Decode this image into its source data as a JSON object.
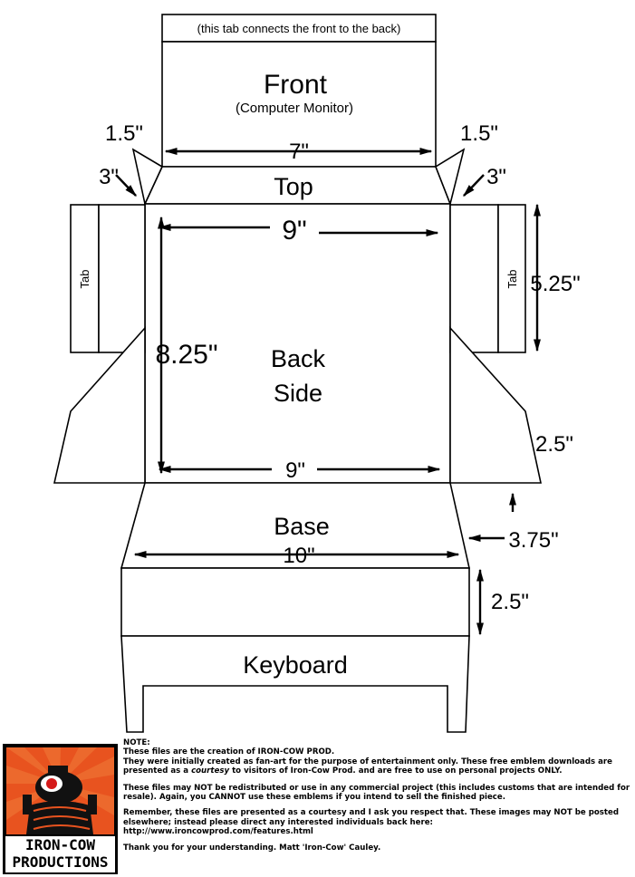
{
  "diagram": {
    "tab_note": "(this tab connects the front to the back)",
    "front_title": "Front",
    "front_subtitle": "(Computer Monitor)",
    "top_label": "Top",
    "back_label_line1": "Back",
    "back_label_line2": "Side",
    "base_label": "Base",
    "keyboard_label": "Keyboard",
    "side_tab_left": "Tab",
    "side_tab_right": "Tab",
    "dimensions": {
      "front_width": "7\"",
      "corner_left": "1.5\"",
      "corner_right": "1.5\"",
      "flap_left": "3\"",
      "flap_right": "3\"",
      "back_width_top": "9\"",
      "back_width_bottom": "9\"",
      "back_height": "8.25\"",
      "tab_height": "5.25\"",
      "side_wedge": "2.5\"",
      "base_depth": "3.75\"",
      "base_width": "10\"",
      "keyboard_depth": "2.5\""
    }
  },
  "logo": {
    "line1": "IRON-COW",
    "line2": "PRODUCTIONS",
    "colors": {
      "background": "#e8531f",
      "frame": "#000000",
      "eye": "#d51a1a"
    }
  },
  "notes": {
    "header": "NOTE:",
    "line1": "These files are the creation of IRON-COW PROD.",
    "line2_pre": "They were initially created as fan-art for the purpose of entertainment only. These free emblem downloads are presented as a ",
    "line2_em": "courtesy",
    "line2_post": " to visitors of Iron-Cow Prod. and are free to use on personal projects ONLY.",
    "para2": "These files may NOT be redistributed or use in any commercial project  (this includes customs that are intended  for resale). Again, you CANNOT use these emblems if you intend to sell the finished piece.",
    "para3_line1": "Remember, these files are presented as a courtesy and I ask you respect that. These images may NOT be posted elsewhere; instead please direct any interested individuals back here:",
    "para3_url": "http://www.ironcowprod.com/features.html",
    "thanks": "Thank you for your understanding.  Matt 'Iron-Cow' Cauley."
  }
}
